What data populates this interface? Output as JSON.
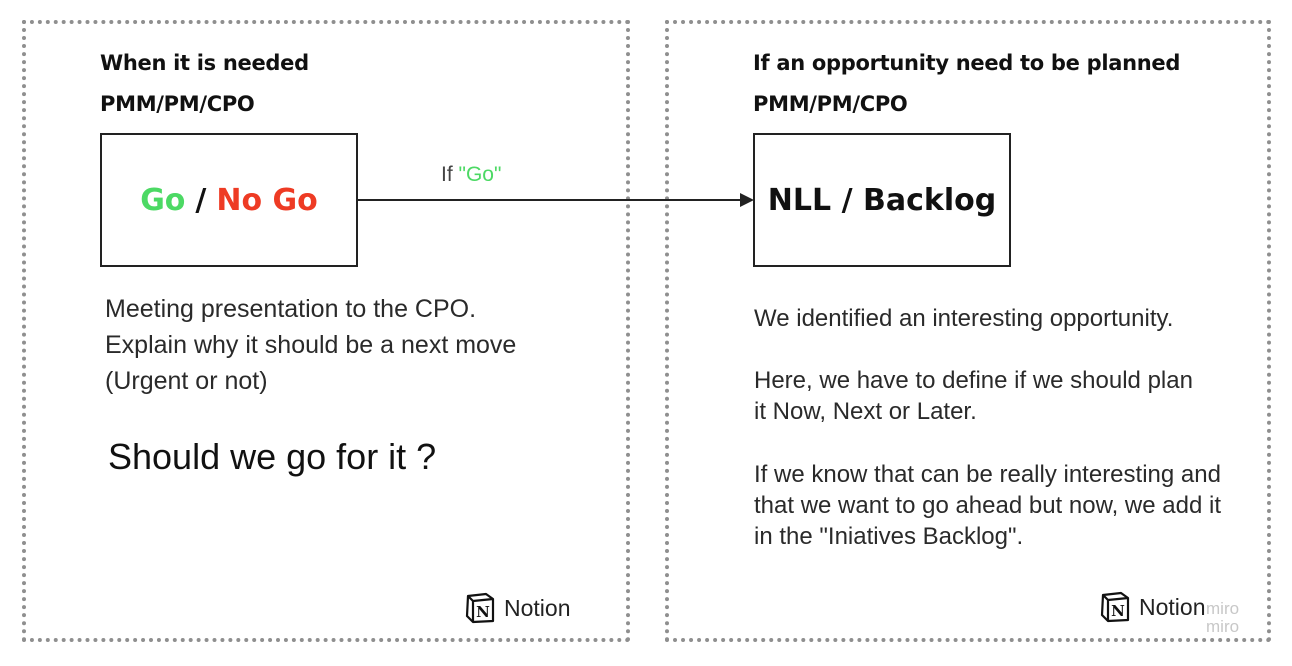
{
  "left": {
    "heading": "When it is needed",
    "roles": "PMM/PM/CPO",
    "node": {
      "go": "Go",
      "slash": "/",
      "nogo": "No Go"
    },
    "description": [
      "Meeting presentation to the CPO.",
      "Explain why it should be a next move",
      "(Urgent or not)"
    ],
    "question": "Should we go for it ?",
    "tool": "Notion"
  },
  "right": {
    "heading": "If an opportunity need to be planned",
    "roles": "PMM/PM/CPO",
    "node": "NLL / Backlog",
    "paragraphs": [
      "We identified an interesting opportunity.",
      "Here, we have to define if we should plan it Now, Next or Later.",
      "If we know that can be really interesting and that we want to go ahead but now, we add it in the \"Iniatives Backlog\"."
    ],
    "tool": "Notion"
  },
  "edge": {
    "prefix": "If ",
    "value": "\"Go\""
  },
  "watermark": [
    "miro",
    "miro"
  ],
  "colors": {
    "go": "#4cd964",
    "nogo": "#ee3b24",
    "border": "#8f8f8f"
  }
}
